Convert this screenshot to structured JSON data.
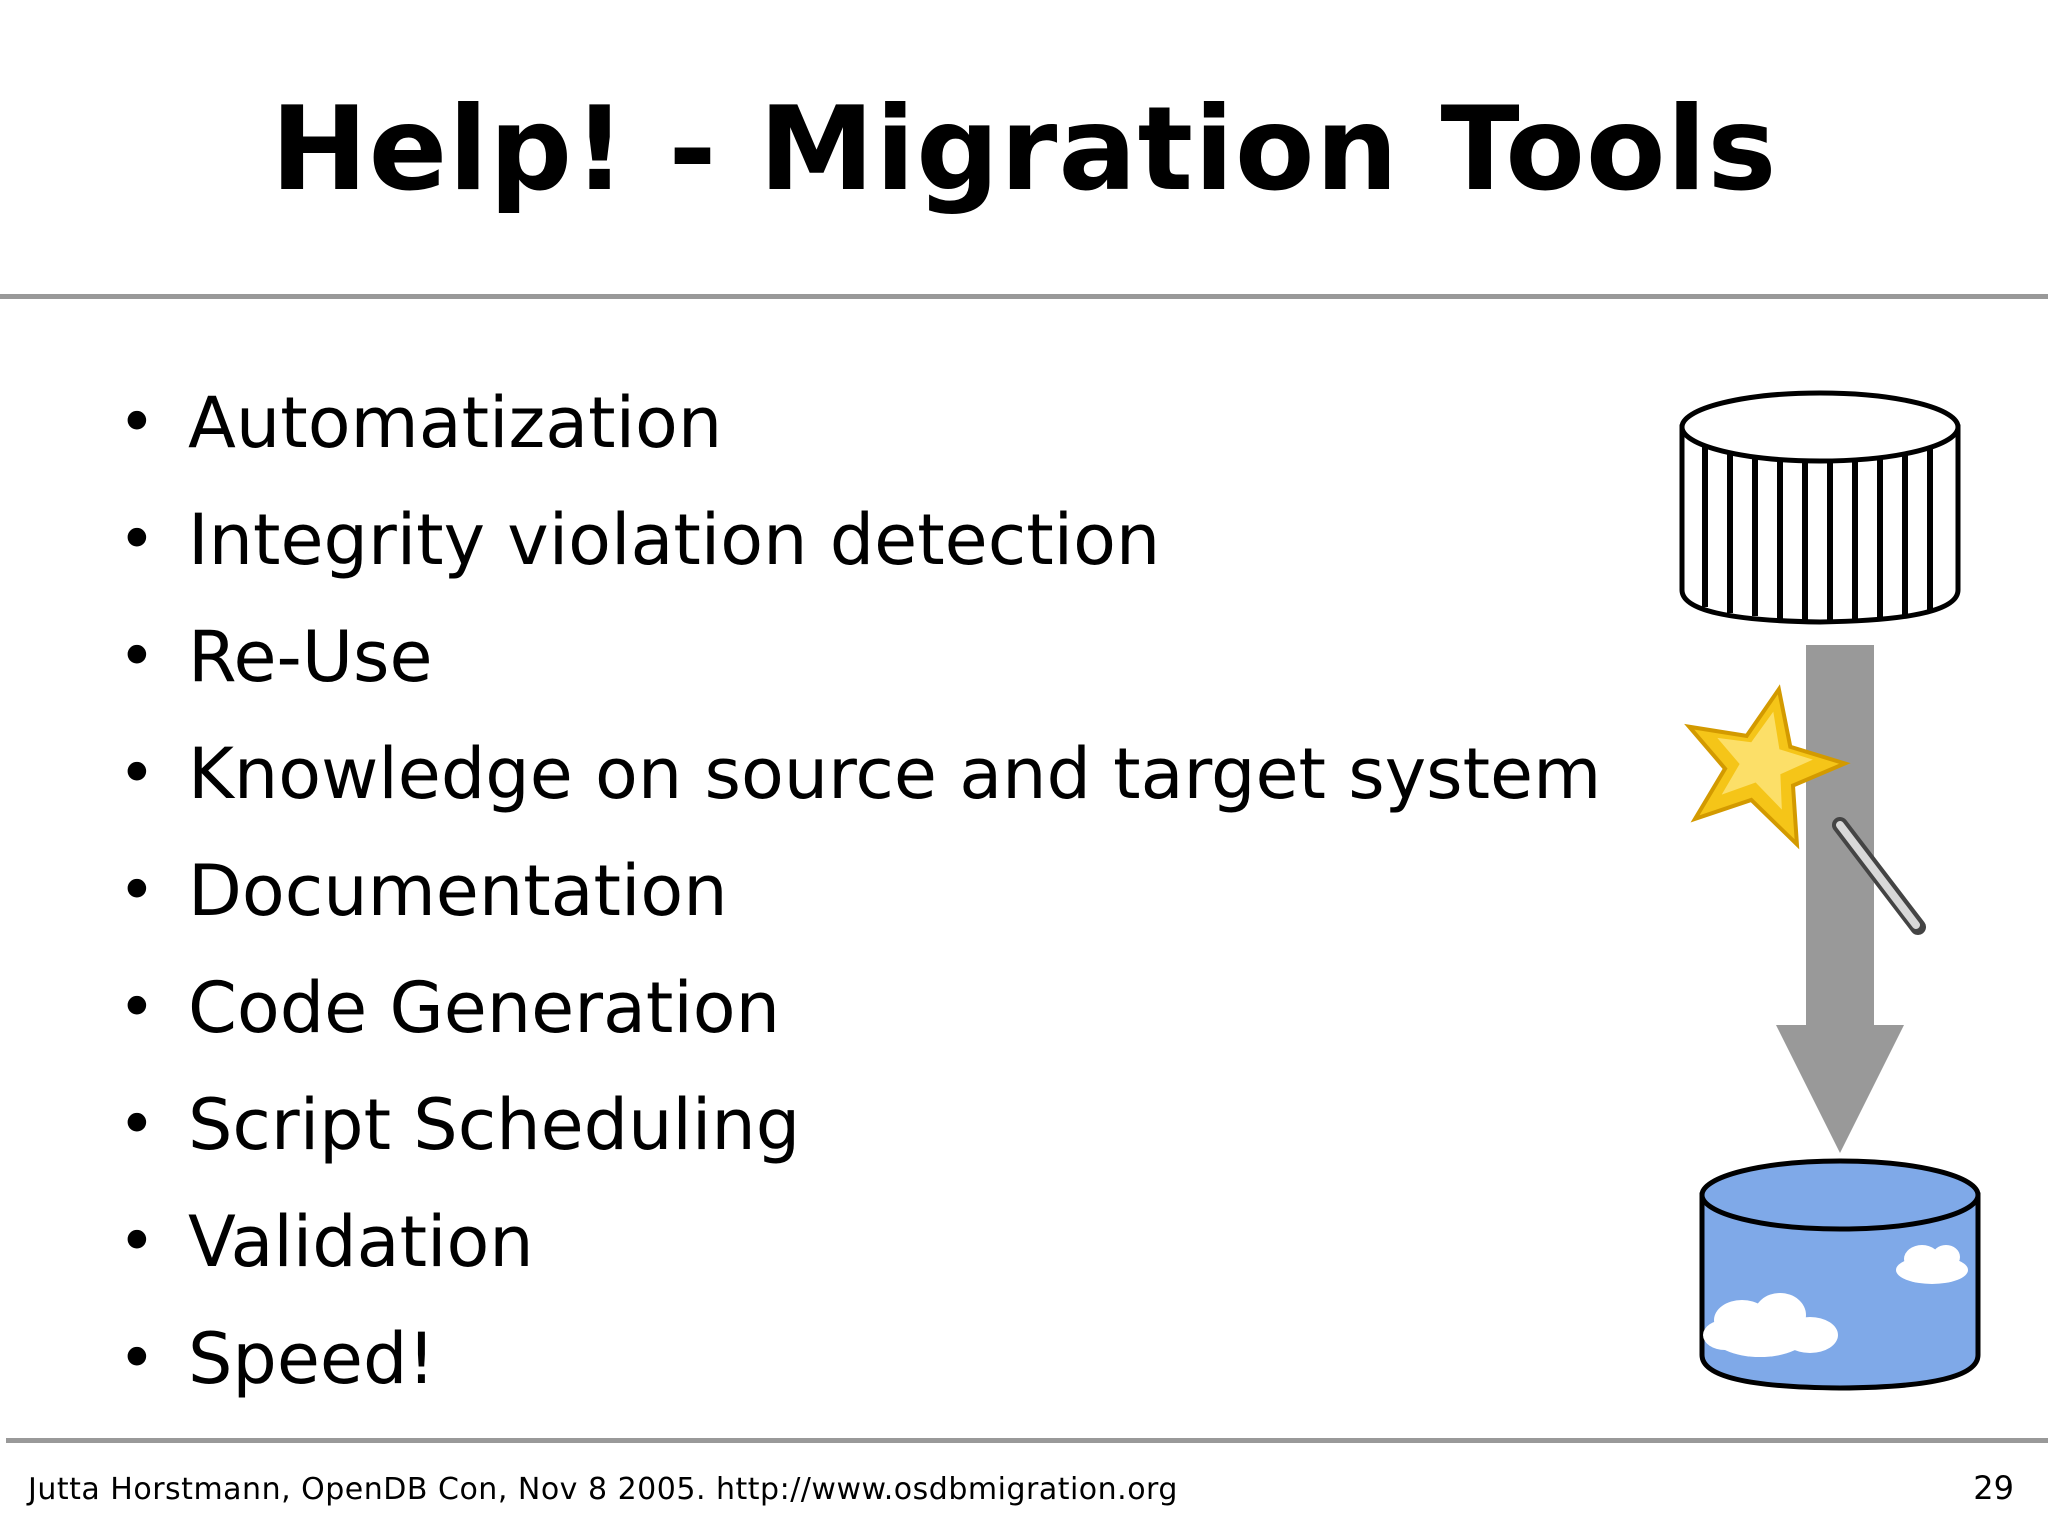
{
  "slide": {
    "title": "Help! - Migration Tools",
    "bullets": [
      "Automatization",
      "Integrity violation detection",
      "Re-Use",
      "Knowledge on source and target system",
      "Documentation",
      "Code Generation",
      "Script Scheduling",
      "Validation",
      "Speed!"
    ],
    "footer": "Jutta Horstmann, OpenDB Con, Nov 8 2005. http://www.osdbmigration.org",
    "page_number": "29"
  },
  "graphic": {
    "icons": [
      "source-database-icon",
      "arrow-down-icon",
      "magic-wand-star-icon",
      "target-database-icon"
    ],
    "colors": {
      "rule": "#999999",
      "arrow": "#999999",
      "target_db_fill": "#7fa9e8",
      "star": "#f5c518",
      "cloud": "#ffffff"
    }
  }
}
